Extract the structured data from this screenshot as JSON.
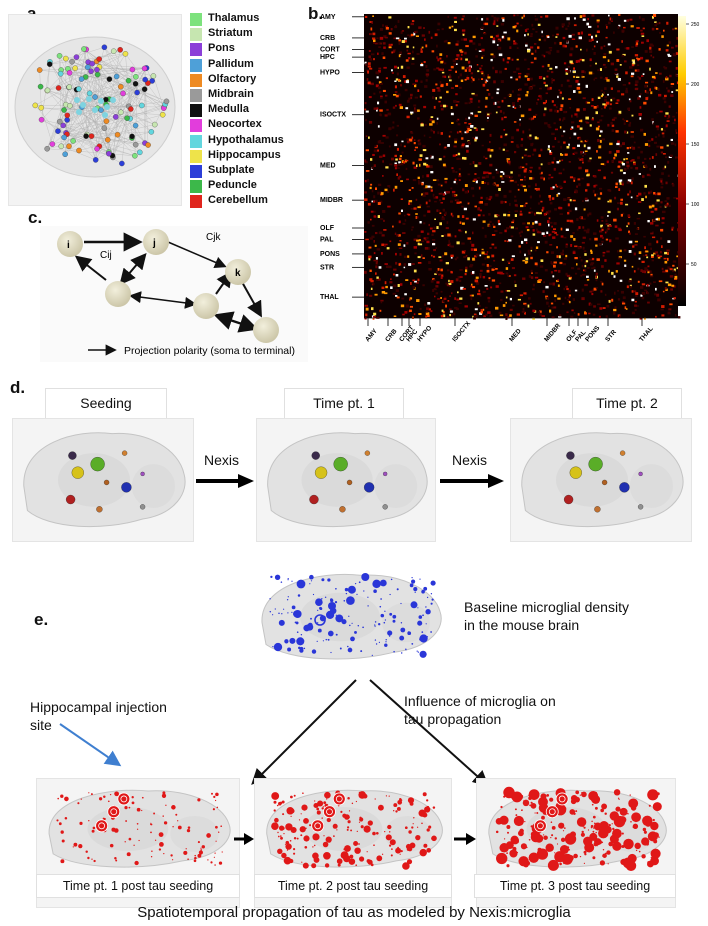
{
  "panels": {
    "a": "a.",
    "b": "b.",
    "c": "c.",
    "d": "d.",
    "e": "e."
  },
  "panel_a": {
    "legend": [
      {
        "label": "Thalamus",
        "color": "#7de27d"
      },
      {
        "label": "Striatum",
        "color": "#c6e6b0"
      },
      {
        "label": "Pons",
        "color": "#8b3fd8"
      },
      {
        "label": "Pallidum",
        "color": "#4ea0d8"
      },
      {
        "label": "Olfactory",
        "color": "#ee8a22"
      },
      {
        "label": "Midbrain",
        "color": "#9a9a9a"
      },
      {
        "label": "Medulla",
        "color": "#111111"
      },
      {
        "label": "Neocortex",
        "color": "#e23ddc"
      },
      {
        "label": "Hypothalamus",
        "color": "#62d6de"
      },
      {
        "label": "Hippocampus",
        "color": "#eee34a"
      },
      {
        "label": "Subplate",
        "color": "#2c3ed8"
      },
      {
        "label": "Peduncle",
        "color": "#3cb84a"
      },
      {
        "label": "Cerebellum",
        "color": "#e0251d"
      }
    ]
  },
  "panel_b": {
    "row_labels": [
      "AMY",
      "CRB",
      "CORT",
      "HPC",
      "HYPO",
      "ISOCTX",
      "MED",
      "MIDBR",
      "OLF",
      "PAL",
      "PONS",
      "STR",
      "THAL"
    ],
    "col_labels": [
      "AMY",
      "CRB",
      "CORT",
      "HPC",
      "HYPO",
      "ISOCTX",
      "MED",
      "MIDBR",
      "OLF",
      "PAL",
      "PONS",
      "STR",
      "THAL"
    ],
    "colorbar_ticks": [
      "250",
      "200",
      "150",
      "100",
      "50"
    ]
  },
  "panel_c": {
    "nodes": [
      "i",
      "j",
      "k"
    ],
    "edge_labels": [
      "Cij",
      "Cjk"
    ],
    "legend_text": "Projection polarity (soma to terminal)"
  },
  "panel_d": {
    "stages": [
      "Seeding",
      "Time pt. 1",
      "Time pt. 2"
    ],
    "arrow_labels": [
      "Nexis",
      "Nexis"
    ]
  },
  "panel_e": {
    "baseline_caption": "Baseline microglial density in the mouse brain",
    "injection_caption": "Hippocampal injection site",
    "influence_caption": "Influence of microglia on tau propagation",
    "time_captions": [
      "Time pt. 1 post tau seeding",
      "Time pt. 2 post tau seeding",
      "Time pt. 3 post tau seeding"
    ]
  },
  "figure_caption": "Spatiotemporal propagation of tau as modeled by Nexis:microglia"
}
